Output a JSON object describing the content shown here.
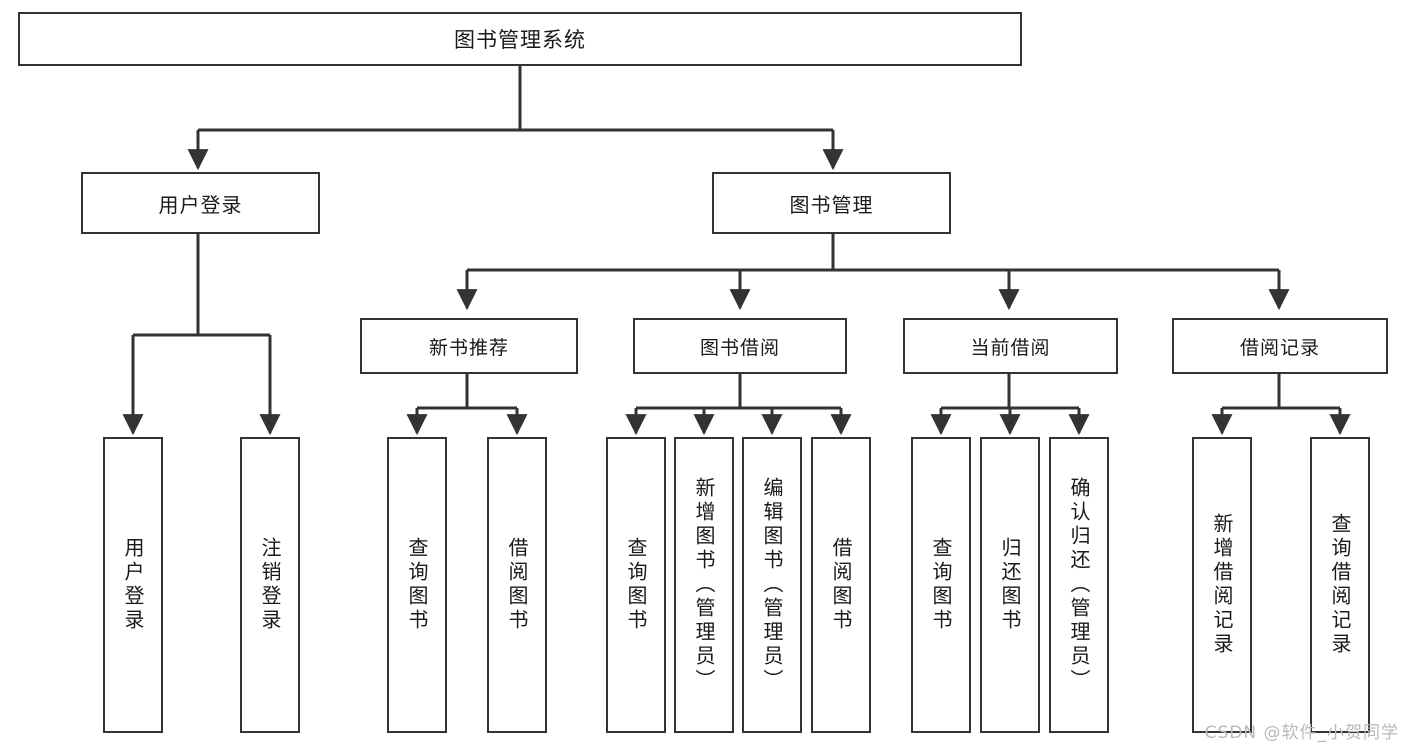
{
  "diagram": {
    "title": "图书管理系统",
    "watermark": "CSDN @软件_小贺同学",
    "colors": {
      "stroke": "#333333",
      "box_fill": "#ffffff",
      "text": "#1a1a1a",
      "watermark": "#b9b9b9",
      "background": "#ffffff"
    },
    "root": {
      "label": "图书管理系统"
    },
    "level1": [
      {
        "label": "用户登录"
      },
      {
        "label": "图书管理"
      }
    ],
    "level2": [
      {
        "label": "新书推荐"
      },
      {
        "label": "图书借阅"
      },
      {
        "label": "当前借阅"
      },
      {
        "label": "借阅记录"
      }
    ],
    "leaves": {
      "user_login": [
        {
          "label": "用户登录"
        },
        {
          "label": "注销登录"
        }
      ],
      "new_book_recommend": [
        {
          "label": "查询图书"
        },
        {
          "label": "借阅图书"
        }
      ],
      "book_borrow": [
        {
          "label": "查询图书"
        },
        {
          "label": "新增图书（管理员）"
        },
        {
          "label": "编辑图书（管理员）"
        },
        {
          "label": "借阅图书"
        }
      ],
      "current_borrow": [
        {
          "label": "查询图书"
        },
        {
          "label": "归还图书"
        },
        {
          "label": "确认归还（管理员）"
        }
      ],
      "borrow_record": [
        {
          "label": "新增借阅记录"
        },
        {
          "label": "查询借阅记录"
        }
      ]
    }
  }
}
